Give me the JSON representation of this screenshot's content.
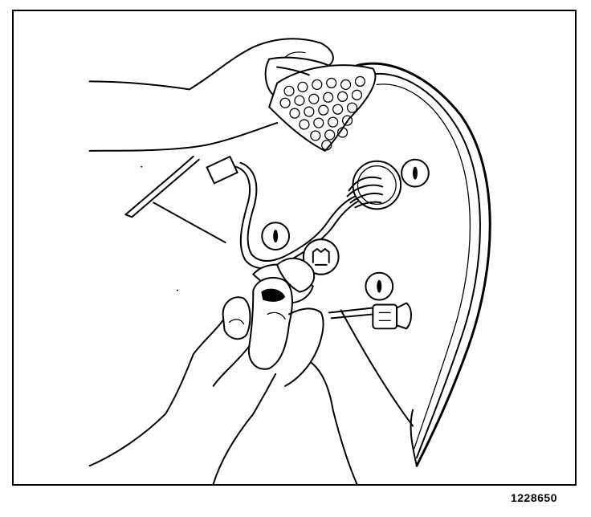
{
  "figure": {
    "number": "1228650"
  },
  "callouts": [
    {
      "label": "0"
    },
    {
      "label": "0"
    },
    {
      "label": "0"
    }
  ]
}
